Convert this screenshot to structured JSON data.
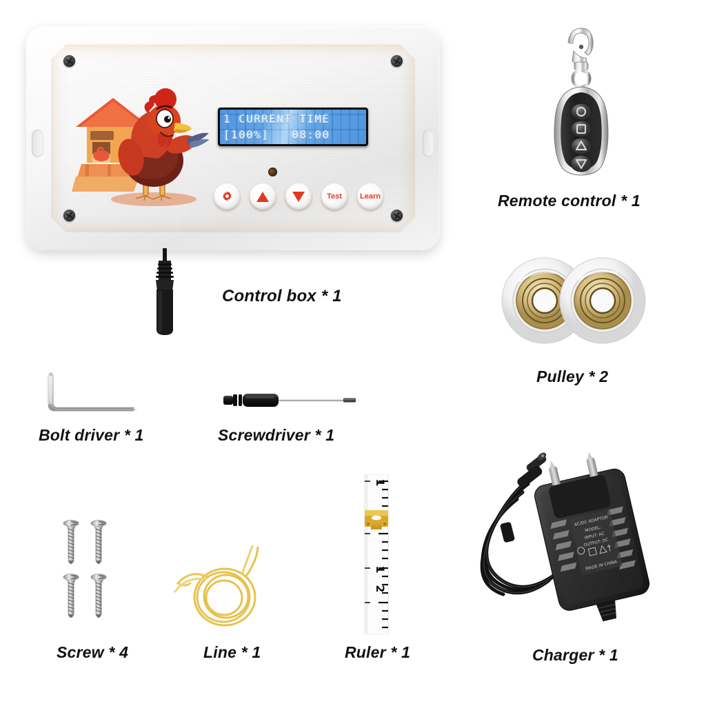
{
  "page": {
    "background_color": "#ffffff",
    "title": "Automatic chicken coop door opener kit contents"
  },
  "items": [
    {
      "id": "control-box",
      "label": "Control box",
      "qty": "1",
      "caption": "Control box * 1"
    },
    {
      "id": "remote-control",
      "label": "Remote control",
      "qty": "1",
      "caption": "Remote control * 1"
    },
    {
      "id": "pulley",
      "label": "Pulley",
      "qty": "2",
      "caption": "Pulley * 2"
    },
    {
      "id": "bolt-driver",
      "label": "Bolt driver",
      "qty": "1",
      "caption": "Bolt driver * 1"
    },
    {
      "id": "screwdriver",
      "label": "Screwdriver",
      "qty": "1",
      "caption": "Screwdriver * 1"
    },
    {
      "id": "screw",
      "label": "Screw",
      "qty": "4",
      "caption": "Screw * 4"
    },
    {
      "id": "line",
      "label": "Line",
      "qty": "1",
      "caption": "Line * 1"
    },
    {
      "id": "ruler",
      "label": "Ruler",
      "qty": "1",
      "caption": "Ruler * 1"
    },
    {
      "id": "charger",
      "label": "Charger",
      "qty": "1",
      "caption": "Charger * 1"
    }
  ],
  "control_box": {
    "faceplate_color": "#f09a30",
    "shell_color": "#f2f2f2",
    "lcd": {
      "line1": "1 CURRENT TIME",
      "line2": "[100%]   08:00",
      "percent": "100%",
      "time": "08:00",
      "backlight_color": "#3f90e2",
      "text_color": "#eaf6ff"
    },
    "buttons": [
      {
        "name": "settings",
        "icon": "gear-icon",
        "label": ""
      },
      {
        "name": "up",
        "icon": "triangle-up-icon",
        "label": ""
      },
      {
        "name": "down",
        "icon": "triangle-down-icon",
        "label": ""
      },
      {
        "name": "test",
        "icon": "",
        "label": "Test"
      },
      {
        "name": "learn",
        "icon": "",
        "label": "Learn"
      }
    ],
    "button_text_color": "#e23b24",
    "indicator": {
      "name": "led-indicator"
    },
    "artwork": {
      "subject": "cartoon rooster in front of chicken coop"
    },
    "connector": {
      "name": "dc-barrel-plug"
    }
  },
  "remote_control": {
    "body_color": "#2a2a2a",
    "trim_color": "#c8c8c8",
    "buttons": [
      {
        "name": "circle-button",
        "icon": "circle-icon"
      },
      {
        "name": "square-button",
        "icon": "square-icon"
      },
      {
        "name": "up-button",
        "icon": "triangle-up-icon"
      },
      {
        "name": "down-button",
        "icon": "triangle-down-icon"
      }
    ],
    "keyring": "lobster-clasp"
  },
  "pulley": {
    "count": 2,
    "wheel_color": "#f0f0f0",
    "bearing_color": "#c9ad6a"
  },
  "screws": {
    "count": 4,
    "color": "#b8b8b8"
  },
  "line": {
    "color": "#e8c14a"
  },
  "ruler": {
    "body_color": "#ffffff",
    "clip_color": "#d6a72a",
    "tick_marks": [
      "1",
      "2"
    ]
  },
  "charger": {
    "body_color": "#2e2e2e",
    "plug_type": "EU two-pin",
    "label_lines": [
      "AC/DC ADAPTOR",
      "MODEL: ",
      "INPUT: AC",
      "OUTPUT: DC",
      "MADE IN CHINA"
    ]
  }
}
